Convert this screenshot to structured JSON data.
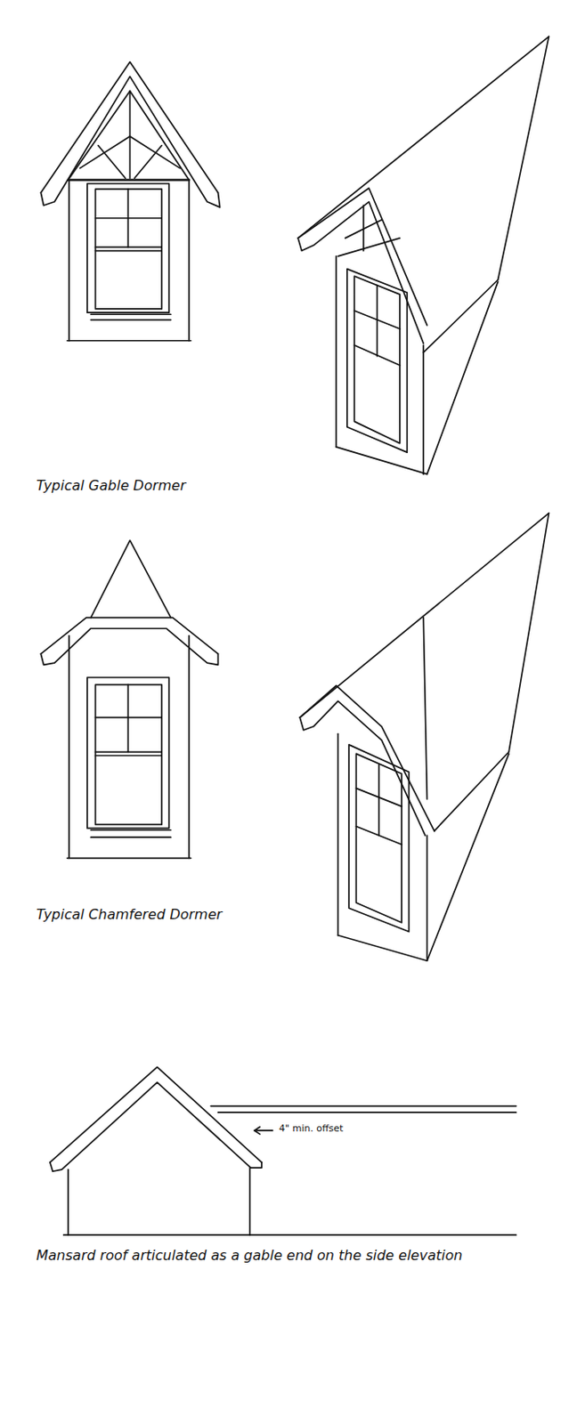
{
  "diagram": {
    "labels": [
      "Typical Gable Dormer",
      "Typical Chamfered Dormer",
      "4\" min. offset",
      "Mansard roof articulated as a gable end on the side elevation"
    ]
  }
}
